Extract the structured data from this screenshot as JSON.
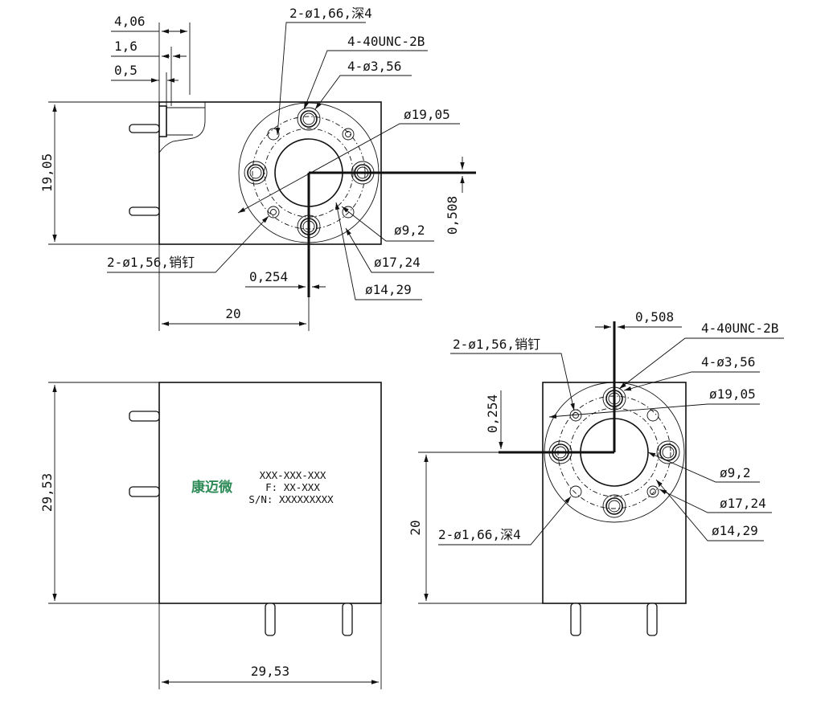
{
  "top_view": {
    "dim_4_06": "4,06",
    "dim_1_6": "1,6",
    "dim_0_5": "0,5",
    "dim_19_05_height": "19,05",
    "dim_20_width": "20",
    "dim_0_254": "0,254",
    "dim_0_508": "0,508",
    "note_holes_166": "2-ø1,66,深4",
    "note_thread": "4-40UNC-2B",
    "note_holes_356": "4-ø3,56",
    "note_dia_1905": "ø19,05",
    "note_dia_92": "ø9,2",
    "note_dia_1724": "ø17,24",
    "note_dia_1429": "ø14,29",
    "note_pins_156": "2-ø1,56,销钉"
  },
  "front_view": {
    "dim_29_53_height": "29,53",
    "dim_29_53_width": "29,53",
    "label_brand": "康迈微",
    "label_model": "XXX-XXX-XXX",
    "label_freq": "F: XX-XXX",
    "label_serial": "S/N: XXXXXXXXX"
  },
  "side_view": {
    "dim_0_508": "0,508",
    "dim_0_254": "0,254",
    "dim_20_height": "20",
    "note_pins_156": "2-ø1,56,销钉",
    "note_thread": "4-40UNC-2B",
    "note_holes_356": "4-ø3,56",
    "note_dia_1905": "ø19,05",
    "note_dia_92": "ø9,2",
    "note_dia_1724": "ø17,24",
    "note_dia_1429": "ø14,29",
    "note_holes_166": "2-ø1,66,深4"
  }
}
